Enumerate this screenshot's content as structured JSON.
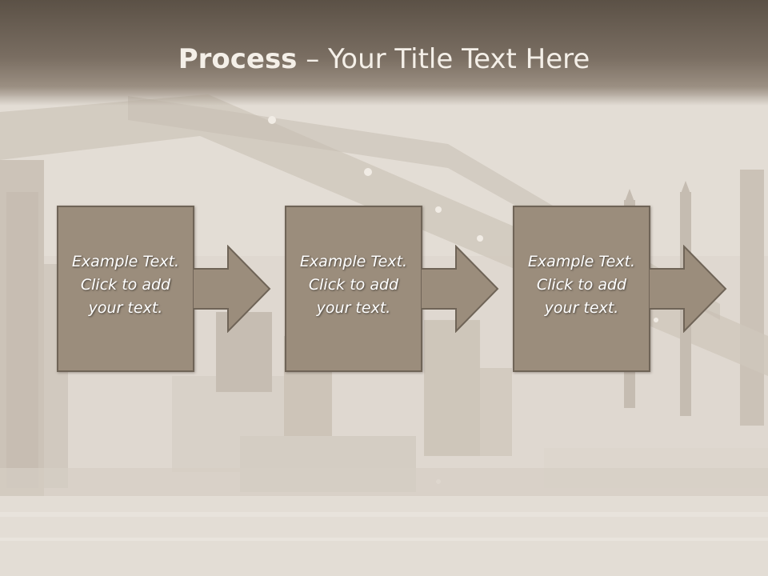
{
  "slide": {
    "title_bold": "Process",
    "title_rest": " – Your Title Text Here",
    "steps": [
      {
        "line1": "Example Text.",
        "line2": "Click  to add",
        "line3": "your text."
      },
      {
        "line1": "Example Text.",
        "line2": "Click  to add",
        "line3": "your text."
      },
      {
        "line1": "Example Text.",
        "line2": "Click  to add",
        "line3": "your text."
      }
    ]
  },
  "colors": {
    "title_band": "#7a6e62",
    "box_fill": "#9b8d7c",
    "box_border": "#6f6457",
    "arrow_fill": "#9b8d7c",
    "arrow_stroke": "#6f6457",
    "text": "#ffffff"
  },
  "icons": {
    "background": "city-bridge-night-photo",
    "connector": "right-arrow-icon"
  }
}
